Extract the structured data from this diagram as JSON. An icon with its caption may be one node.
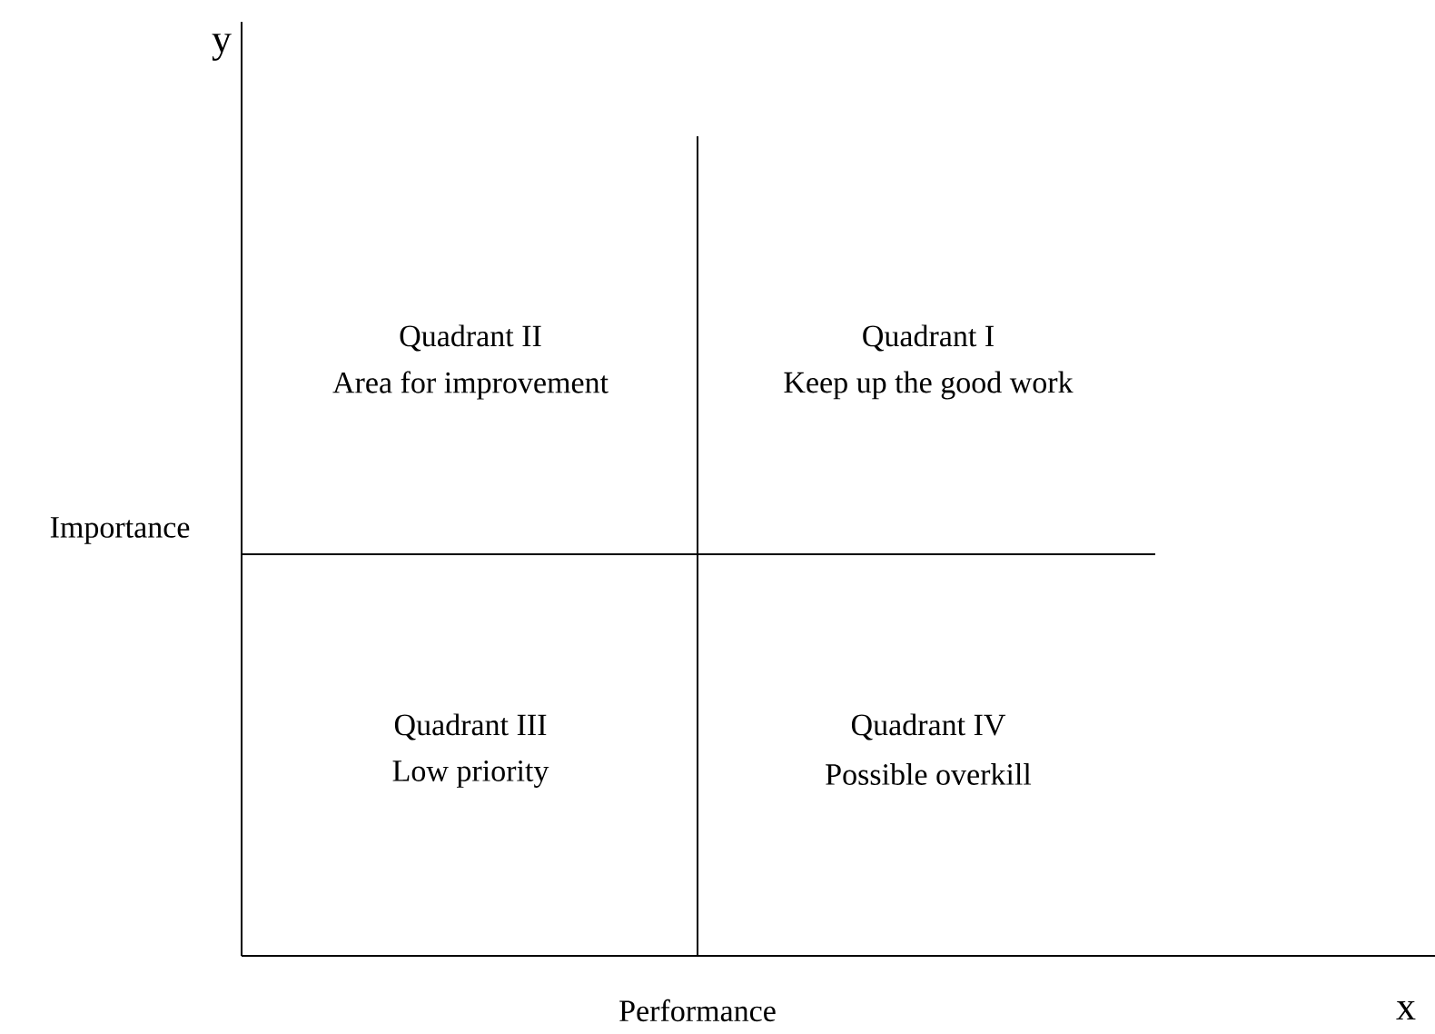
{
  "diagram": {
    "labels": [
      "y",
      "Quadrant II",
      "Area for improvement",
      "Quadrant I",
      "Keep up the good work",
      "Importance",
      "Quadrant III",
      "Low priority",
      "Quadrant IV",
      "Possible overkill",
      "Performance",
      "x"
    ]
  }
}
